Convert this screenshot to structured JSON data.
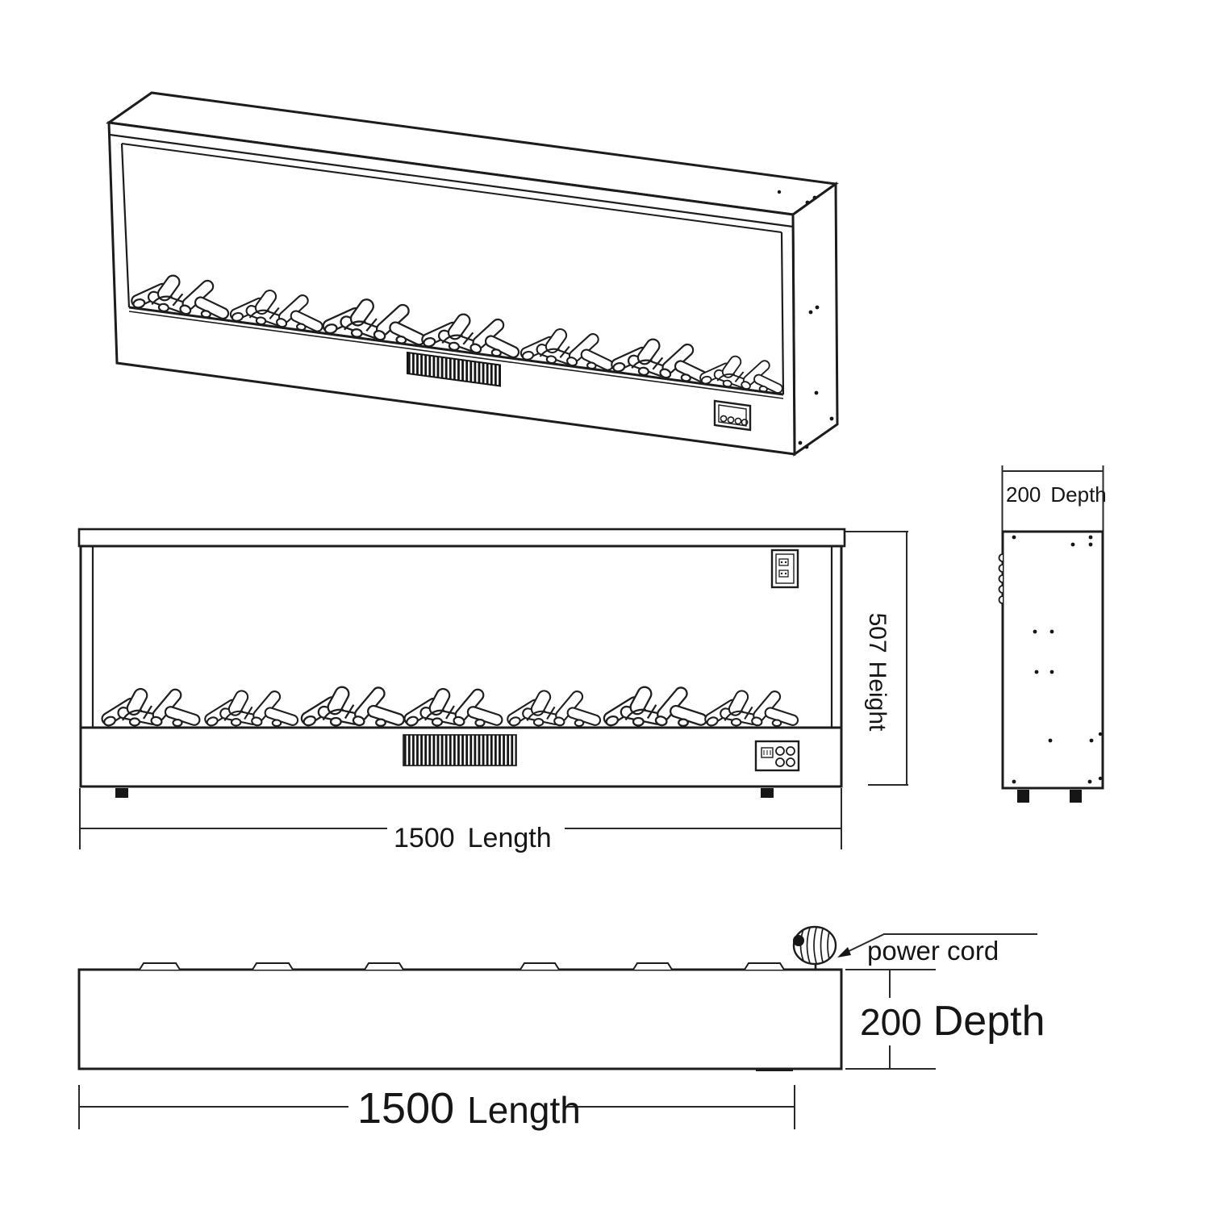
{
  "page": {
    "background": "#ffffff",
    "ink": "#1c1c1c",
    "drawing_type": "electric fireplace dimension drawing"
  },
  "icons": {
    "power_cord": "coiled-cable-icon",
    "vent": "vent-grille-bars",
    "control_buttons": "round-button-row"
  },
  "views": {
    "front": {
      "length": {
        "value": "1500",
        "label": "Length"
      },
      "height": {
        "value": "507",
        "label": "Height"
      }
    },
    "side": {
      "depth": {
        "value": "200",
        "label": "Depth"
      }
    },
    "bottom": {
      "length": {
        "value": "1500",
        "label": "Length"
      },
      "depth": {
        "value": "200",
        "label": "Depth"
      },
      "power_cord": "power cord"
    }
  }
}
